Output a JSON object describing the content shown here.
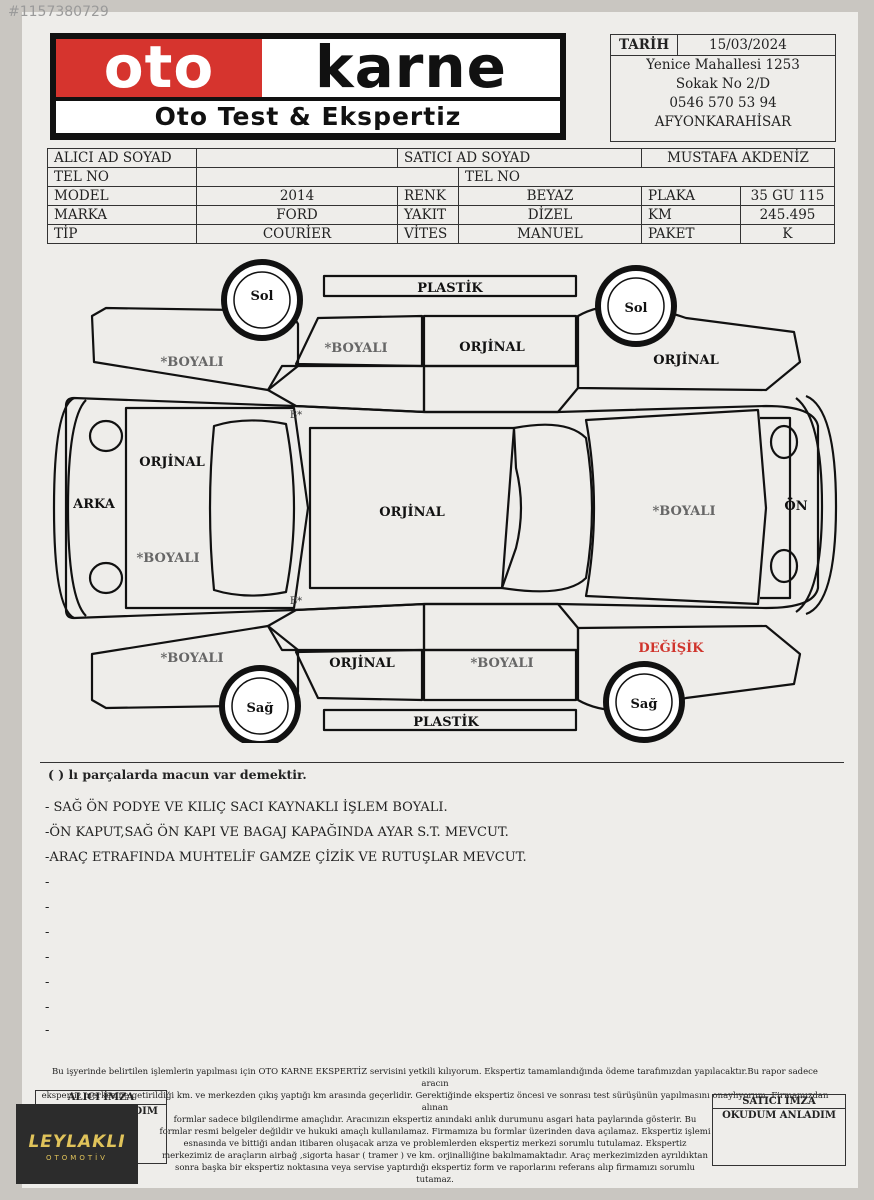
{
  "watermark_id": "#1157380729",
  "logo": {
    "part1": "oto",
    "part2": "karne",
    "subtitle": "Oto Test & Ekspertiz"
  },
  "header": {
    "date_label": "TARİH",
    "date": "15/03/2024",
    "address_lines": [
      "Yenice Mahallesi 1253",
      "Sokak No 2/D",
      "0546 570 53 94",
      "AFYONKARAHİSAR"
    ]
  },
  "info": {
    "buyer_label": "ALICI AD SOYAD",
    "buyer_value": "",
    "seller_label": "SATICI AD SOYAD",
    "seller_value": "MUSTAFA AKDENİZ",
    "tel_label": "TEL NO",
    "tel_buyer": "",
    "tel_seller": "",
    "rows": [
      [
        "MODEL",
        "2014",
        "RENK",
        "BEYAZ",
        "PLAKA",
        "35 GU 115"
      ],
      [
        "MARKA",
        "FORD",
        "YAKIT",
        "DİZEL",
        "KM",
        "245.495"
      ],
      [
        "TİP",
        "COURİER",
        "VİTES",
        "MANUEL",
        "PAKET",
        "K"
      ]
    ]
  },
  "diagram": {
    "left_wheel": "Sol",
    "right_wheel": "Sağ",
    "top_plastic": "PLASTİK",
    "bottom_plastic": "PLASTİK",
    "top_rear_fender": "*BOYALI",
    "top_rear_door": "*BOYALI",
    "top_front_door": "ORJİNAL",
    "top_front_fender": "ORJİNAL",
    "trunk_top": "ORJİNAL",
    "trunk_bottom": "*BOYALI",
    "rear": "ARKA",
    "roof": "ORJİNAL",
    "hood": "*BOYALI",
    "front": "ÖN",
    "pillar_top": "B*",
    "pillar_bottom": "B*",
    "bottom_rear_fender": "*BOYALI",
    "bottom_rear_door": "ORJİNAL",
    "bottom_front_door": "*BOYALI",
    "bottom_front_fender": "DEĞİŞİK",
    "changed_color": "#d0342c"
  },
  "legend": "( ) lı parçalarda macun var demektir.",
  "notes": [
    "- SAĞ ÖN PODYE VE KILIÇ SACI KAYNAKLI İŞLEM BOYALI.",
    "-ÖN KAPUT,SAĞ ÖN KAPI VE BAGAJ KAPAĞINDA AYAR S.T. MEVCUT.",
    "-ARAÇ ETRAFINDA MUHTELİF GAMZE ÇİZİK VE RUTUŞLAR MEVCUT.",
    "-",
    "-",
    "-",
    "-",
    "-",
    "-",
    "-"
  ],
  "footer": {
    "line1": "Bu işyerinde belirtilen işlemlerin yapılması için  OTO KARNE EKSPERTİZ  servisini yetkili kılıyorum. Ekspertiz tamamlandığında ödeme tarafımızdan yapılacaktır.Bu rapor sadece aracın",
    "line2": "ekspertiz merkezine getirildiği km. ve merkezden çıkış yaptığı km arasında geçerlidir. Gerektiğinde ekspertiz öncesi ve sonrası test sürüşünün yapılmasını onaylıyorum. Firmamızdan alınan",
    "line3": "formlar sadece bilgilendirme amaçlıdır. Aracınızın ekspertiz anındaki anlık durumunu asgari hata paylarında gösterir. Bu",
    "line4": "formlar resmi belgeler değildir ve hukuki amaçlı kullanılamaz. Firmamıza bu formlar üzerinden dava açılamaz. Ekspertiz işlemi",
    "line5": "esnasında ve bittiği andan itibaren oluşacak arıza ve   problemlerden ekspertiz merkezi sorumlu tutulamaz. Ekspertiz",
    "line6": "merkezimiz de araçların  airbağ ,sigorta hasar ( tramer ) ve km. orjinalliğine bakılmamaktadır. Araç merkezimizden ayrıldıktan",
    "line7": "sonra başka bir ekspertiz noktasına veya servise yaptırdığı ekspertiz form ve    raporlarını referans alıp firmamızı sorumlu",
    "line8": "tutamaz."
  },
  "signatures": {
    "buyer_title": "ALICI İMZA",
    "buyer_sub": "OKUDUM ANLADIM",
    "seller_title": "SATICI İMZA",
    "seller_sub": "OKUDUM ANLADIM"
  },
  "badge": {
    "name": "LEYLAKLI",
    "sub": "OTOMOTİV"
  }
}
